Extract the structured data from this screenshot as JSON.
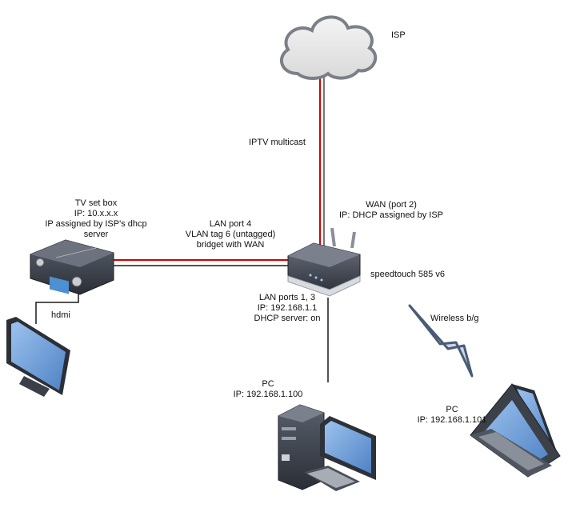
{
  "labels": {
    "isp": "ISP",
    "iptv_multicast": "IPTV multicast",
    "wan": [
      "WAN (port 2)",
      "IP: DHCP assigned by ISP"
    ],
    "tv_set_box": [
      "TV set box",
      "IP: 10.x.x.x",
      "IP assigned by ISP's dhcp",
      "server"
    ],
    "lan_port4": [
      "LAN port 4",
      "VLAN tag 6 (untagged)",
      "bridget with WAN"
    ],
    "router": "speedtouch 585 v6",
    "lan_ports": [
      "LAN ports 1, 3",
      "IP: 192.168.1.1",
      "DHCP server: on"
    ],
    "hdmi": "hdmi",
    "wireless": "Wireless b/g",
    "pc_wired": [
      "PC",
      "IP: 192.168.1.100"
    ],
    "pc_wireless": [
      "PC",
      "IP: 192.168.1.101"
    ]
  },
  "colors": {
    "iptv_line": "#d40000",
    "ethernet_line": "#1a1a1a",
    "device_body": "#3a3f4a",
    "screen": "#6f9fd8",
    "cloud_fill": "#e6e6e6",
    "cloud_stroke": "#7a7f88",
    "wireless_bolt": "#4a5c74"
  }
}
